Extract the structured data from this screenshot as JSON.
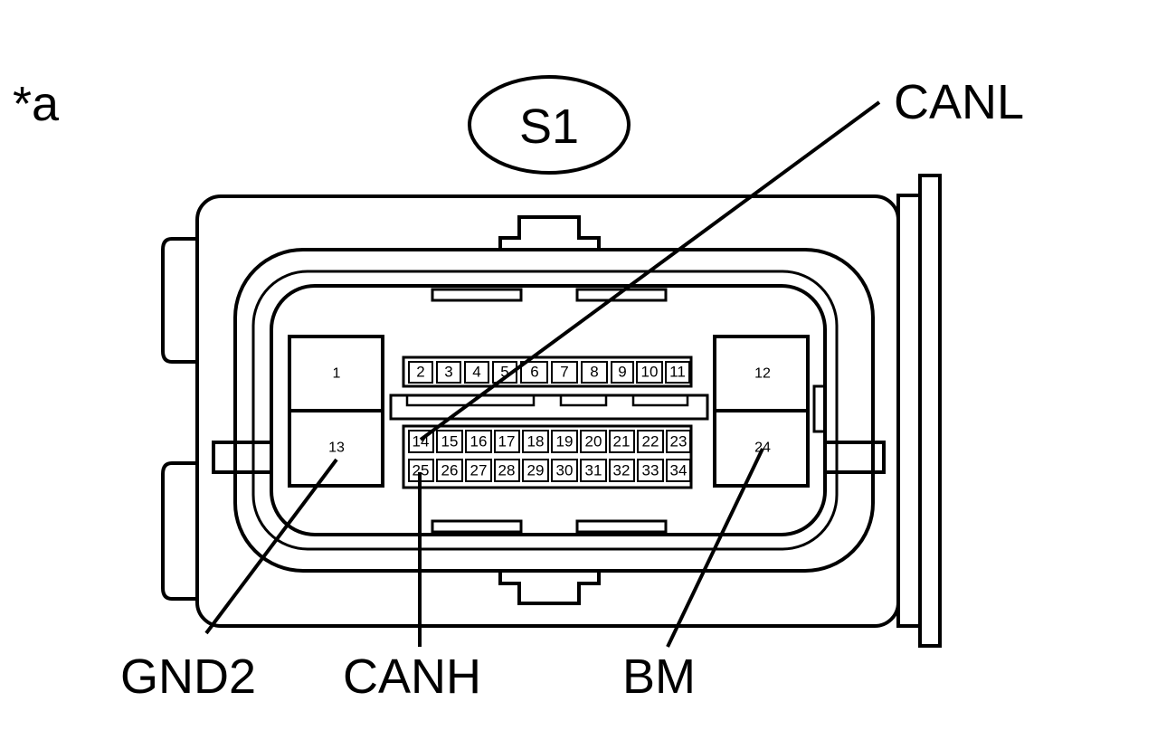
{
  "figure_marker": "*a",
  "connector_code": "S1",
  "callouts": {
    "canl": "CANL",
    "gnd2": "GND2",
    "canh": "CANH",
    "bm": "BM"
  },
  "large_pins": {
    "p1": "1",
    "p12": "12",
    "p13": "13",
    "p24": "24"
  },
  "top_row_pins": [
    "2",
    "3",
    "4",
    "5",
    "6",
    "7",
    "8",
    "9",
    "10",
    "11"
  ],
  "middle_row_pins": [
    "14",
    "15",
    "16",
    "17",
    "18",
    "19",
    "20",
    "21",
    "22",
    "23"
  ],
  "bottom_row_pins": [
    "25",
    "26",
    "27",
    "28",
    "29",
    "30",
    "31",
    "32",
    "33",
    "34"
  ]
}
